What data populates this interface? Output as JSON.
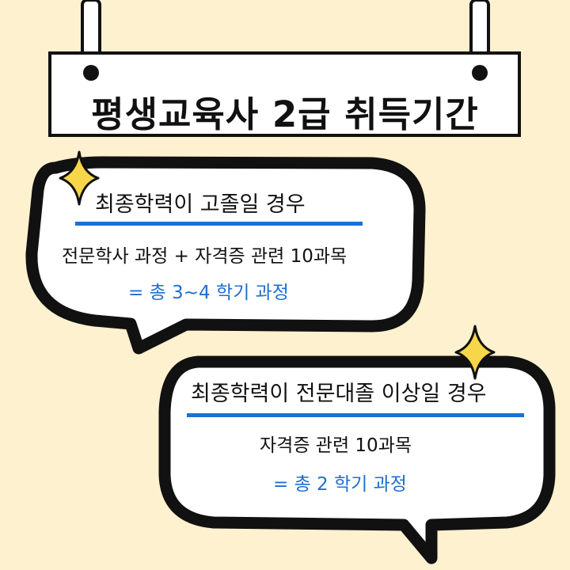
{
  "sign": {
    "title": "평생교육사 2급 취득기간"
  },
  "bubbles": [
    {
      "heading": "최종학력이 고졸일 경우",
      "detail": "전문학사 과정 + 자격증 관련 10과목",
      "result": "= 총 3~4 학기 과정"
    },
    {
      "heading": "최종학력이 전문대졸 이상일 경우",
      "detail": "자격증 관련 10과목",
      "result": "= 총 2 학기 과정"
    }
  ],
  "colors": {
    "background": "#fdf1cf",
    "accent_blue": "#1e6fd0",
    "sparkle_yellow": "#f7d64a",
    "outline": "#111111",
    "bubble_fill": "#ffffff"
  }
}
